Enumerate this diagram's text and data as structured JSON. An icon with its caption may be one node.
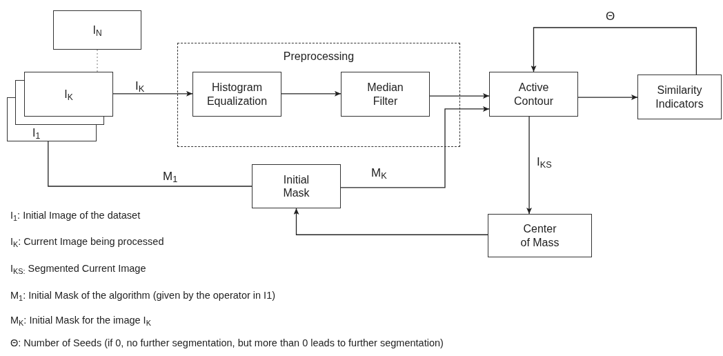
{
  "diagram": {
    "nodes": [
      {
        "text": [
          "I$_{N}$"
        ]
      },
      {
        "text": [
          "I$_{1}$"
        ]
      },
      {
        "text": [],
        "shape": "box"
      },
      {
        "text": [
          "I$_{K}$"
        ]
      },
      {
        "text": [
          "Preprocessing"
        ]
      },
      {
        "text": [
          "Histogram Equalization"
        ],
        "in": 4
      },
      {
        "text": [
          "Median Filter"
        ],
        "in": 4
      },
      {
        "text": [
          "Active Contour"
        ]
      },
      {
        "text": [
          "Similarity Indicators"
        ]
      },
      {
        "text": [
          "Initial Mask"
        ]
      },
      {
        "text": [
          "Center of Mass"
        ]
      }
    ],
    "edges": [
      {
        "from": 0,
        "to": 3,
        "arrow": "none",
        "style": "dashed",
        "color": "#999999"
      },
      {
        "from": 3,
        "to": 5,
        "arrow": "to",
        "label": "I$_{K}$"
      },
      {
        "from": 5,
        "to": 6,
        "arrow": "to"
      },
      {
        "from": 6,
        "to": 7,
        "arrow": "to"
      },
      {
        "from": 9,
        "to": 7,
        "arrow": "to",
        "label": "M$_{K}$"
      },
      {
        "from": 1,
        "to": 9,
        "arrow": "none",
        "label": "M$_{1}$"
      },
      {
        "from": 7,
        "to": 8,
        "arrow": "to"
      },
      {
        "from": 8,
        "to": 7,
        "arrow": "to",
        "label": "Θ"
      },
      {
        "from": 7,
        "to": 10,
        "arrow": "to",
        "label": "I$_{KS}$"
      },
      {
        "from": 10,
        "to": 9,
        "arrow": "to"
      }
    ],
    "labels": [
      "I$_{1}$: Initial Image of the dataset",
      "I$_{K}$: Current Image being processed",
      "I$_{KS:}$ Segmented Current Image",
      "M$_{1}$: Initial Mask of the algorithm (given by the operator in I1)",
      "M$_{K}$: Initial Mask for the image I$_{K}$",
      "Θ: Number of Seeds (if 0, no further segmentation, but more than 0 leads to further segmentation)"
    ]
  }
}
